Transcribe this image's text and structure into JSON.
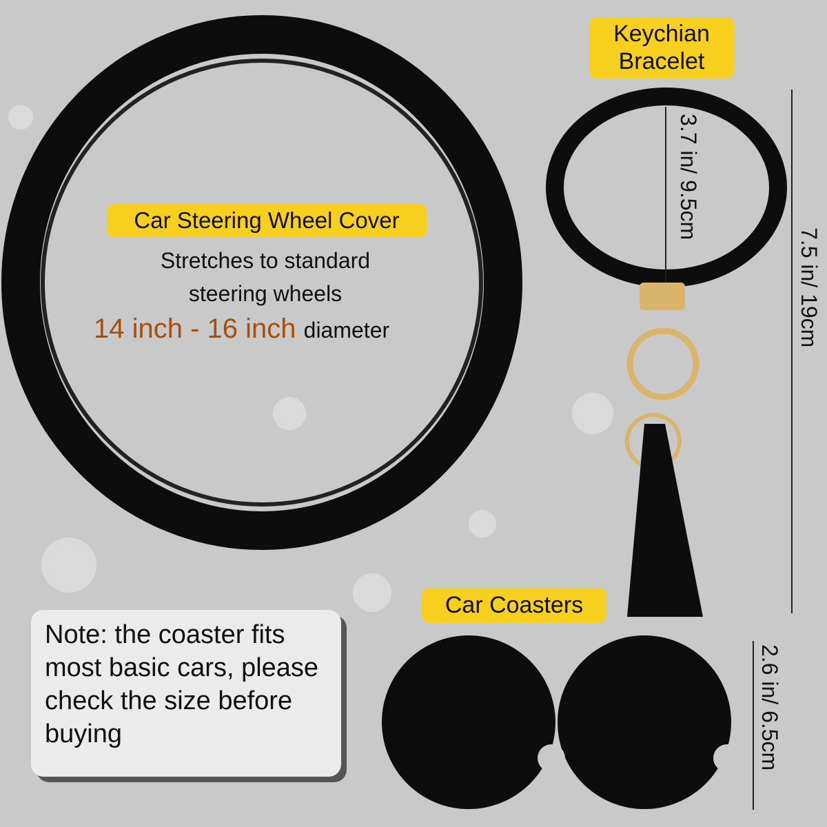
{
  "steering_wheel": {
    "title": "Car Steering Wheel Cover",
    "line1": "Stretches to standard",
    "line2": "steering wheels",
    "size_range": "14 inch - 16 inch",
    "size_suffix": "diameter"
  },
  "bracelet": {
    "title": "Keychian Bracelet",
    "inner_dimension": "3.7 in/ 9.5cm",
    "total_length": "7.5 in/ 19cm"
  },
  "coasters": {
    "title": "Car Coasters",
    "dimension": "2.6 in/ 6.5cm"
  },
  "note": {
    "text": "Note: the coaster fits most basic cars, please check the size before buying"
  },
  "colors": {
    "label_bg": "#f7cf1f",
    "accent_text": "#a64f0c",
    "product": "#0d0d0d",
    "gold": "#d9b46a"
  }
}
